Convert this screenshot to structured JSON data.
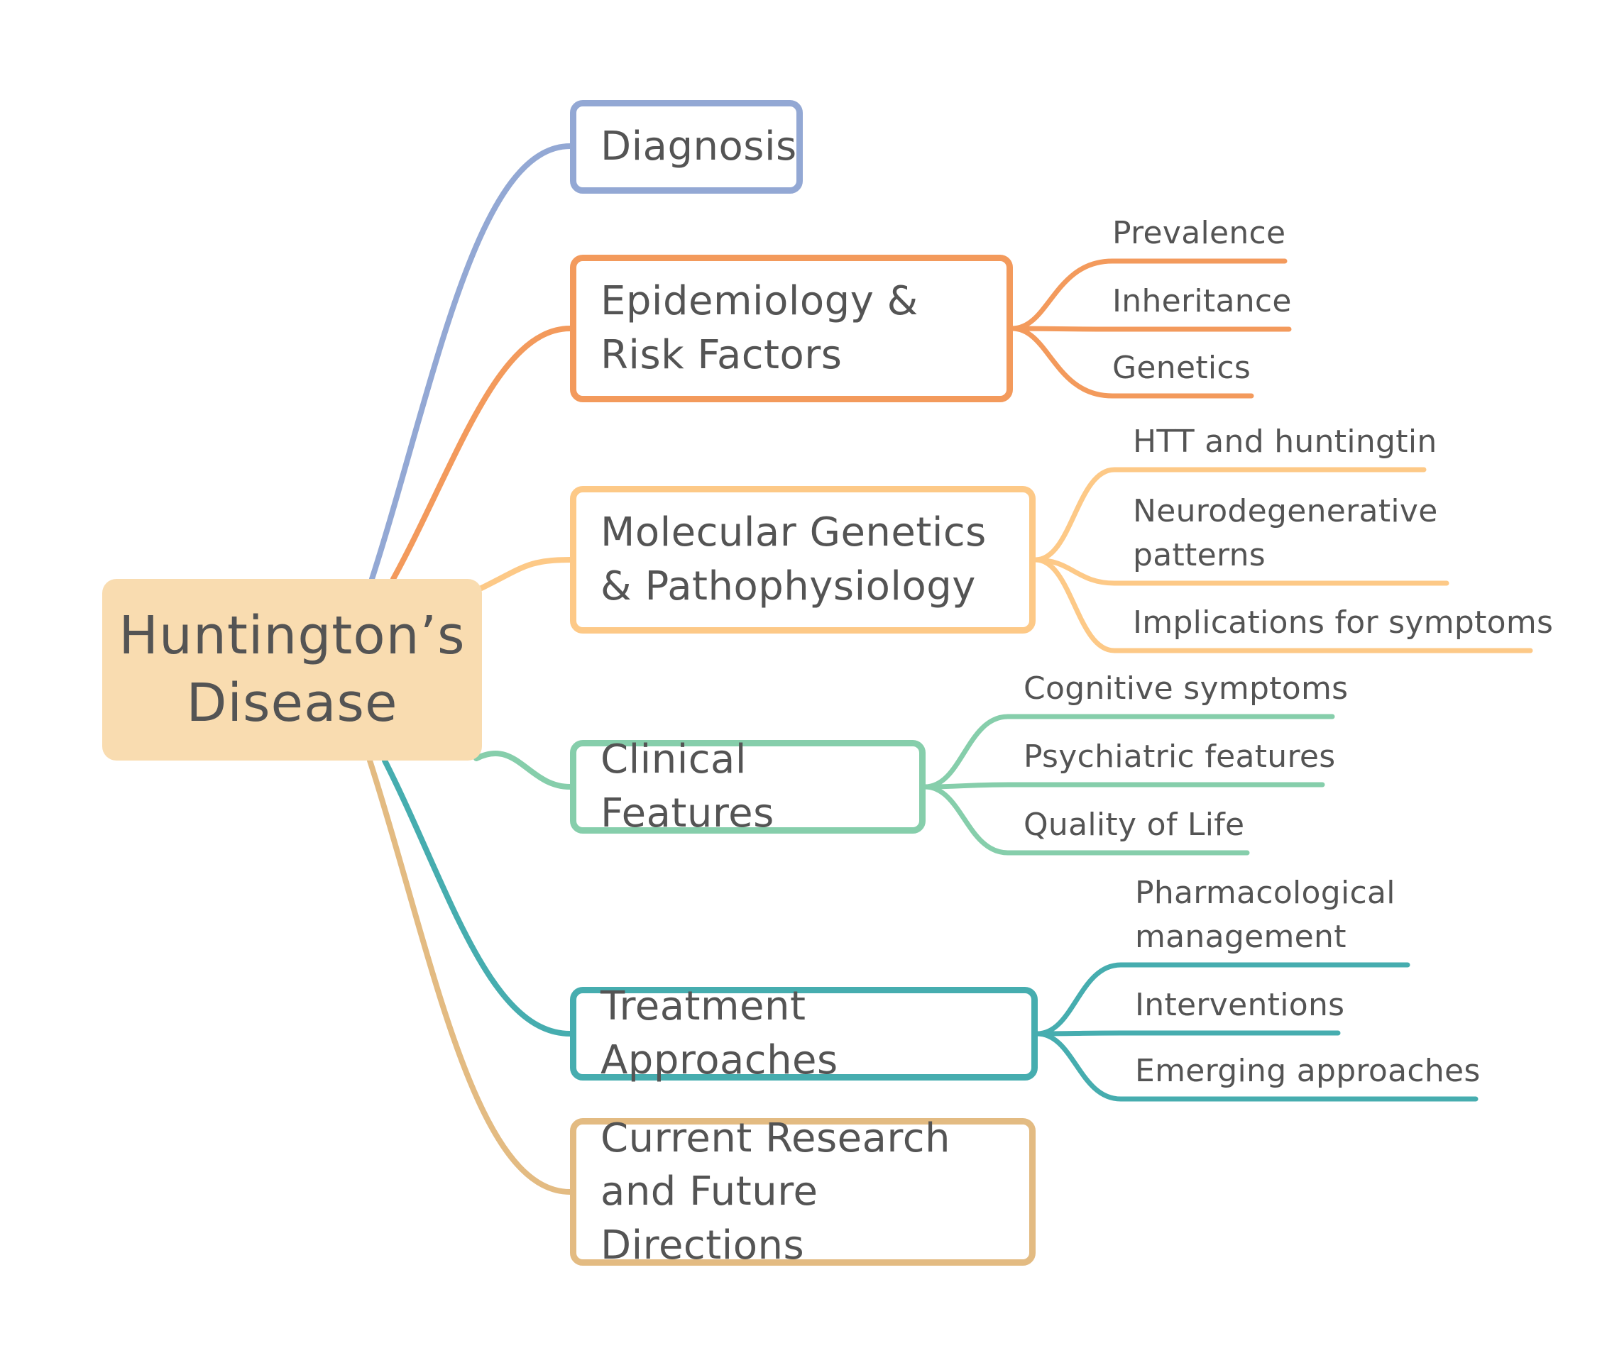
{
  "root": {
    "label": "Huntington’s\nDisease",
    "color": "#f9dcb0"
  },
  "branches": [
    {
      "label": "Diagnosis",
      "color": "#93a8d4",
      "leaves": []
    },
    {
      "label": "Epidemiology & Risk Factors",
      "color": "#f39a5c",
      "leaves": [
        "Prevalence",
        "Inheritance",
        "Genetics"
      ]
    },
    {
      "label": "Molecular Genetics & Pathophysiology",
      "color": "#fdc987",
      "leaves": [
        "HTT and huntingtin",
        "Neurodegenerative patterns",
        "Implications for symptoms"
      ]
    },
    {
      "label": "Clinical Features",
      "color": "#86ceab",
      "leaves": [
        "Cognitive symptoms",
        "Psychiatric features",
        "Quality of Life"
      ]
    },
    {
      "label": "Treatment Approaches",
      "color": "#46adaf",
      "leaves": [
        "Pharmacological management",
        "Interventions",
        "Emerging approaches"
      ]
    },
    {
      "label": "Current Research and Future Directions",
      "color": "#e3bb82",
      "leaves": []
    }
  ]
}
